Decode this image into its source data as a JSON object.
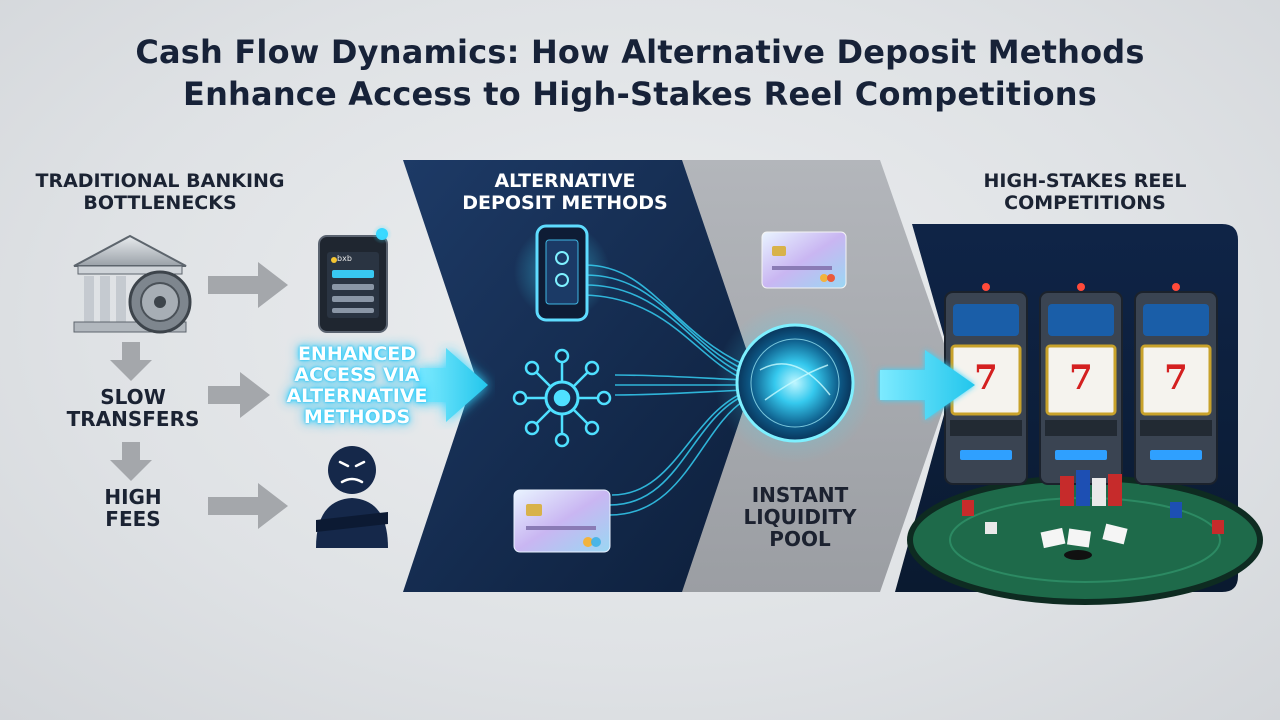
{
  "title": {
    "line1": "Cash Flow Dynamics: How Alternative Deposit Methods",
    "line2": "Enhance Access to High-Stakes Reel Competitions"
  },
  "left": {
    "heading_line1": "TRADITIONAL BANKING",
    "heading_line2": "BOTTLENECKS",
    "step1_line1": "SLOW",
    "step1_line2": "TRANSFERS",
    "step2_line1": "HIGH",
    "step2_line2": "FEES",
    "phone_brand": "bxb"
  },
  "bridge": {
    "line1": "ENHANCED",
    "line2": "ACCESS VIA",
    "line3": "ALTERNATIVE",
    "line4": "METHODS"
  },
  "middle": {
    "heading_line1": "ALTERNATIVE",
    "heading_line2": "DEPOSIT METHODS",
    "pool_line1": "INSTANT",
    "pool_line2": "LIQUIDITY",
    "pool_line3": "POOL"
  },
  "right": {
    "heading_line1": "HIGH-STAKES REEL",
    "heading_line2": "COMPETITIONS",
    "reel_symbols": [
      "7",
      "7",
      "7"
    ]
  },
  "colors": {
    "navy": "#14294a",
    "cyan": "#2fd3f5",
    "grey_panel": "#a9acb1",
    "table_green": "#1e6a4a"
  }
}
